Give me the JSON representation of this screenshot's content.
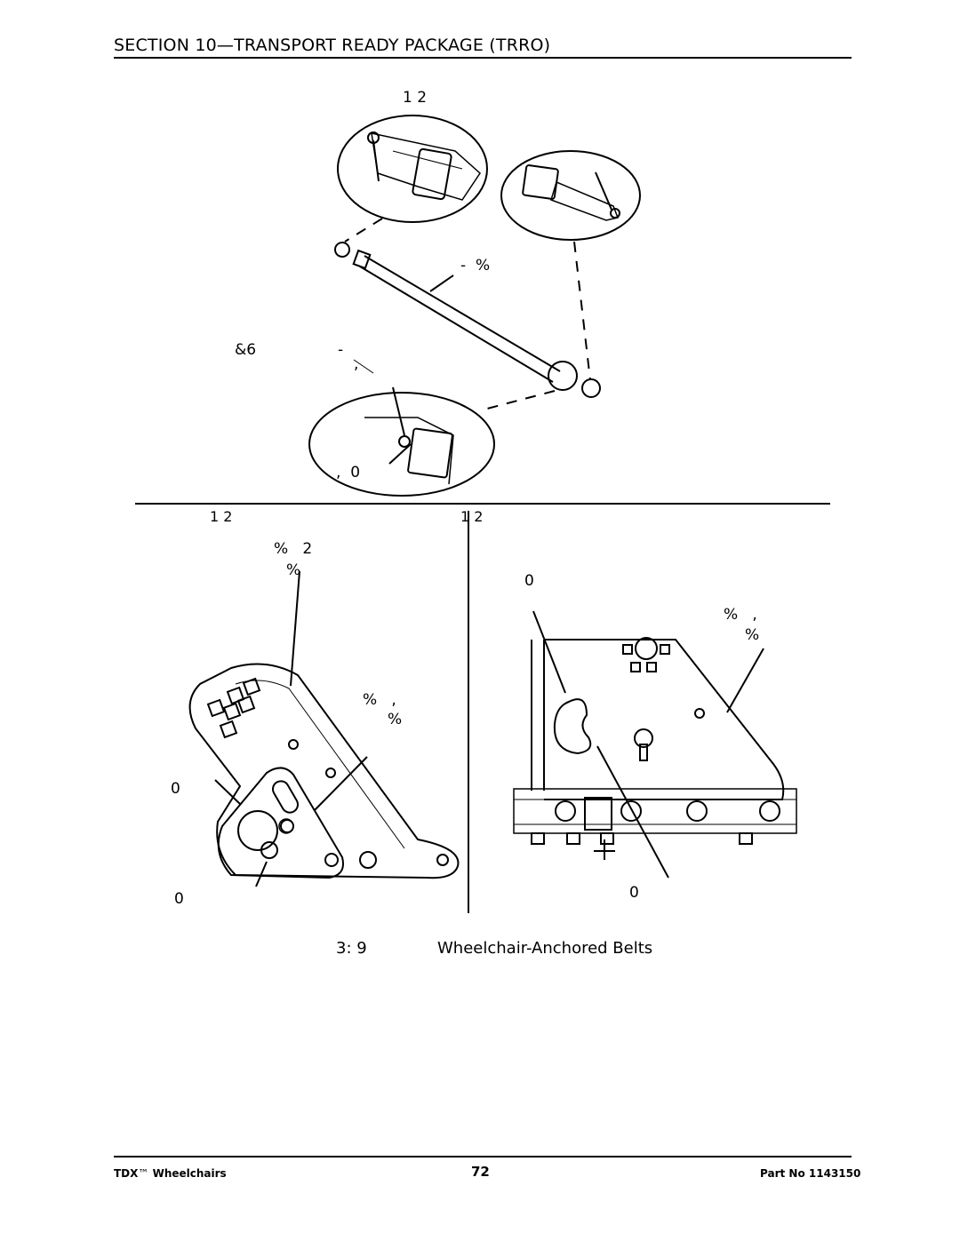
{
  "header": {
    "title": "SECTION 10—TRANSPORT READY PACKAGE (TRRO)"
  },
  "figure": {
    "top_labels": {
      "top_label": "1 2",
      "belt_label": "-  %",
      "cs_label": "&6",
      "ji_label_a": "-",
      "ji_label_b": ",",
      "lower_label": ",  0"
    },
    "left_panel": {
      "header_label": "1 2",
      "label_a": "%   2",
      "label_b": "%",
      "label_c": "%   ,",
      "label_d": "%",
      "label_e": "0",
      "label_f": "0"
    },
    "right_panel": {
      "header_label": "1 2",
      "label_a": "0",
      "label_b": "%   ,",
      "label_c": "%",
      "label_d": "0"
    },
    "caption_prefix": "3: 9",
    "caption_text": "Wheelchair-Anchored Belts"
  },
  "footer": {
    "left_brand": "TDX",
    "left_tm": "™",
    "left_text": "Wheelchairs",
    "page_number": "72",
    "part_label": "Part No",
    "part_number": "1143150"
  }
}
